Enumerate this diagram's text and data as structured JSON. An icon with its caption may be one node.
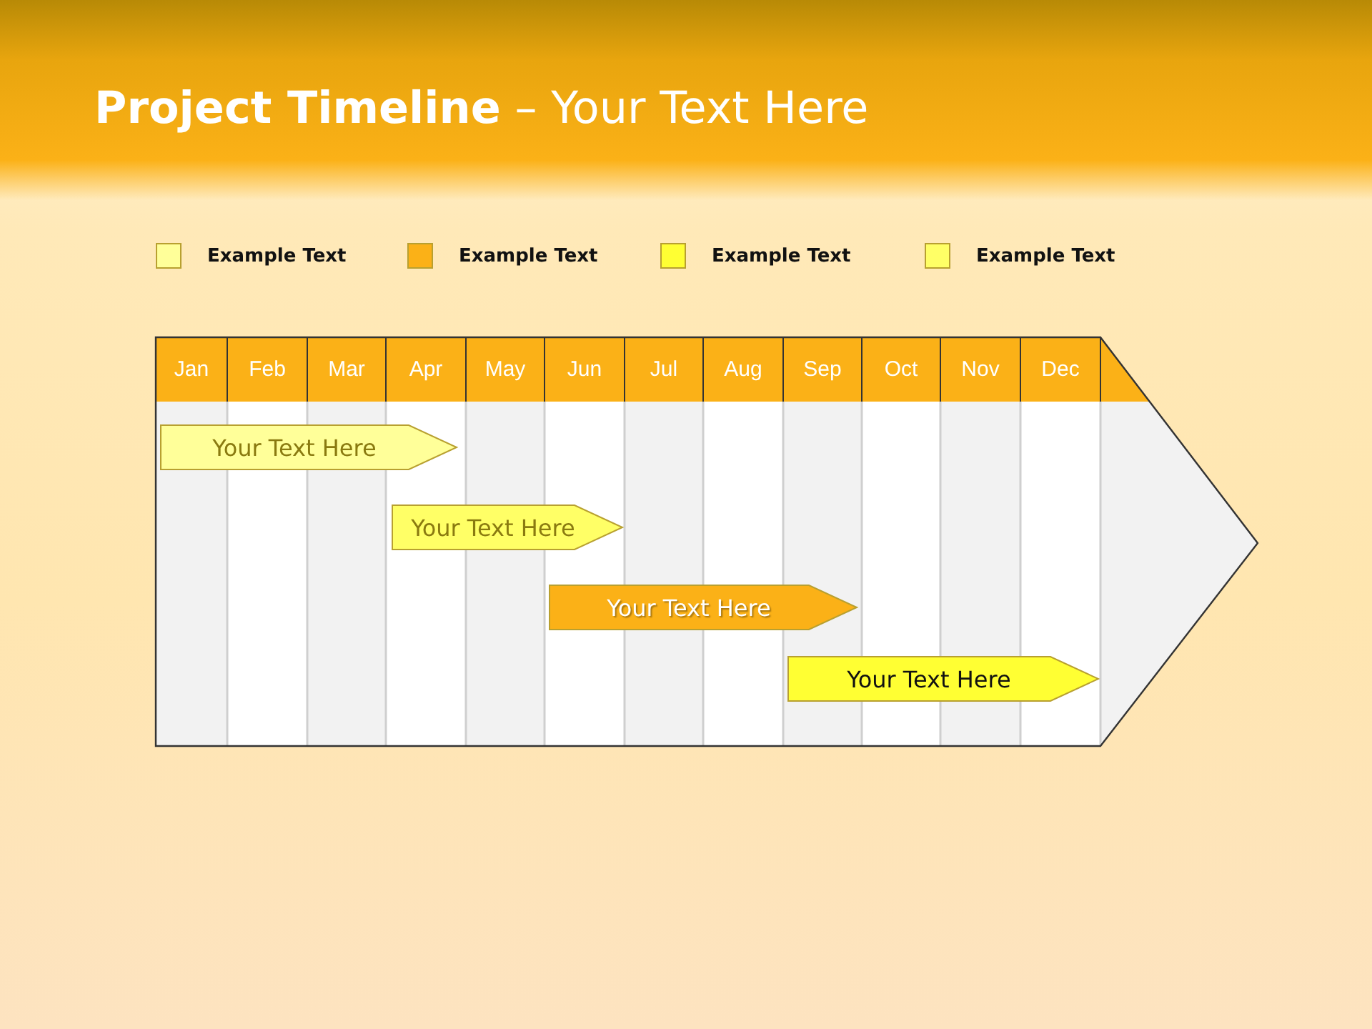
{
  "diagram": {
    "title": "**Project Timeline** – Your Text Here",
    "nodes": [
      {
        "text": [
          "Your  Text Here"
        ]
      },
      {
        "text": [
          "Your  Text Here"
        ]
      },
      {
        "text": [
          "Your  Text Here"
        ]
      },
      {
        "text": [
          "Your  Text Here"
        ]
      }
    ],
    "edges": [],
    "labels": [
      "Jan",
      "Feb",
      "Mar",
      "Apr",
      "May",
      "Jun",
      "Jul",
      "Aug",
      "Sep",
      "Oct",
      "Nov",
      "Dec"
    ],
    "legend": [
      {
        "text": "Example Text",
        "color": "#ffff99"
      },
      {
        "text": "Example Text",
        "color": "#fbb117"
      },
      {
        "text": "Example Text",
        "color": "#ffff33"
      },
      {
        "text": "Example Text",
        "color": "#ffff66"
      }
    ]
  }
}
